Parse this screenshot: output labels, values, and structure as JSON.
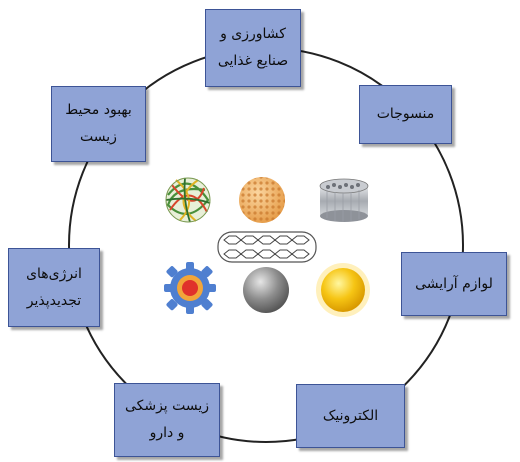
{
  "diagram": {
    "boxes": [
      {
        "id": "top",
        "lines": [
          "کشاورزی و",
          "صنایع غذایی"
        ]
      },
      {
        "id": "ne",
        "lines": [
          "منسوجات"
        ]
      },
      {
        "id": "e",
        "lines": [
          "لوازم آرایشی"
        ]
      },
      {
        "id": "se",
        "lines": [
          "الکترونیک"
        ]
      },
      {
        "id": "sw",
        "lines": [
          "زیست پزشکی",
          "و دارو"
        ]
      },
      {
        "id": "w",
        "lines": [
          "انرژی‌های",
          "تجدیدپذیر"
        ]
      },
      {
        "id": "nw",
        "lines": [
          "بهبود محیط",
          "زیست"
        ]
      }
    ],
    "center_icons": [
      "fiber-ball-icon",
      "porous-sphere-icon",
      "nanotube-bundle-icon",
      "carbon-nanotube-icon",
      "gear-particle-icon",
      "gray-sphere-icon",
      "gold-sphere-icon"
    ],
    "colors": {
      "box_fill": "#8fa3d6",
      "box_border": "#3d5496",
      "circle": "#222222"
    }
  }
}
